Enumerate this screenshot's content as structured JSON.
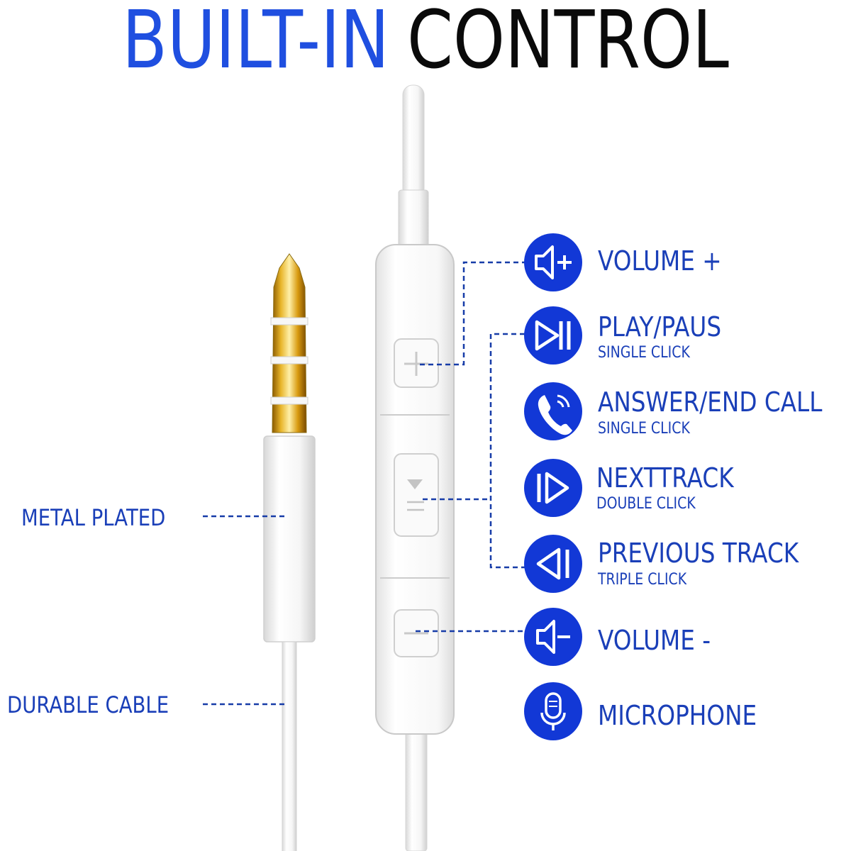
{
  "title": {
    "part1": "BUILT-IN",
    "part2": "CONTROL"
  },
  "colors": {
    "accent_blue": "#1f4fe0",
    "label_blue": "#1a3fb8",
    "icon_circle": "#1238d6",
    "gold": "#e0a81c"
  },
  "left_labels": [
    {
      "text": "METAL PLATED"
    },
    {
      "text": "DURABLE CABLE"
    }
  ],
  "features": [
    {
      "icon": "volume-up-icon",
      "label": "VOLUME +",
      "sub": ""
    },
    {
      "icon": "play-pause-icon",
      "label": "PLAY/PAUS",
      "sub": "SINGLE CLICK"
    },
    {
      "icon": "phone-icon",
      "label": "ANSWER/END CALL",
      "sub": "SINGLE CLICK"
    },
    {
      "icon": "next-track-icon",
      "label": "NEXTTRACK",
      "sub": "DOUBLE CLICK"
    },
    {
      "icon": "previous-track-icon",
      "label": "PREVIOUS TRACK",
      "sub": "TRIPLE CLICK"
    },
    {
      "icon": "volume-down-icon",
      "label": "VOLUME -",
      "sub": ""
    },
    {
      "icon": "microphone-icon",
      "label": "MICROPHONE",
      "sub": ""
    }
  ]
}
